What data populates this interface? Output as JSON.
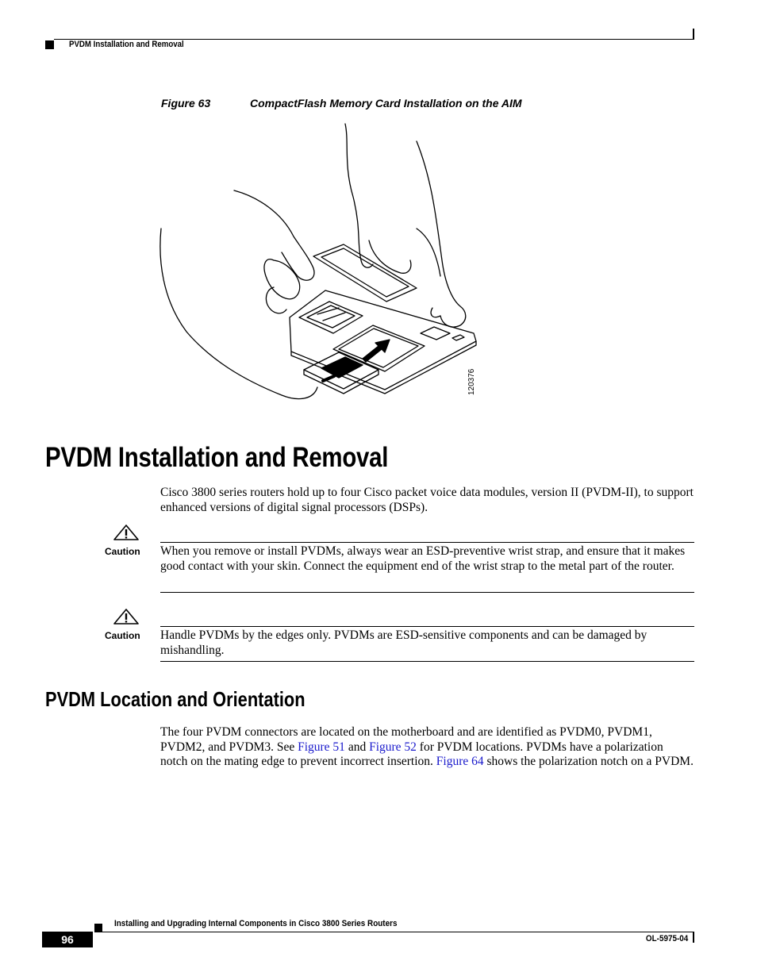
{
  "header": {
    "section_title": "PVDM Installation and Removal"
  },
  "figure": {
    "number": "Figure 63",
    "title": "CompactFlash Memory Card Installation on the AIM",
    "art_id": "120376"
  },
  "section": {
    "heading": "PVDM Installation and Removal",
    "intro": "Cisco 3800 series routers hold up to four Cisco packet voice data modules, version II (PVDM-II), to support enhanced versions of digital signal processors (DSPs)."
  },
  "cautions": [
    {
      "label": "Caution",
      "text": "When you remove or install PVDMs, always wear an ESD-preventive wrist strap, and ensure that it makes good contact with your skin. Connect the equipment end of the wrist strap to the metal part of the router."
    },
    {
      "label": "Caution",
      "text": "Handle PVDMs by the edges only. PVDMs are ESD-sensitive components and can be damaged by mishandling."
    }
  ],
  "subsection": {
    "heading": "PVDM Location and Orientation",
    "p1": "The four PVDM connectors are located on the motherboard and are identified as PVDM0, PVDM1, PVDM2, and PVDM3. See ",
    "link1": "Figure 51",
    "p2": " and ",
    "link2": "Figure 52",
    "p3": " for PVDM locations. PVDMs have a polarization notch on the mating edge to prevent incorrect insertion. ",
    "link3": "Figure 64",
    "p4": " shows the polarization notch on a PVDM."
  },
  "footer": {
    "book_title": "Installing and Upgrading Internal Components in Cisco 3800 Series Routers",
    "page_number": "96",
    "doc_number": "OL-5975-04"
  }
}
